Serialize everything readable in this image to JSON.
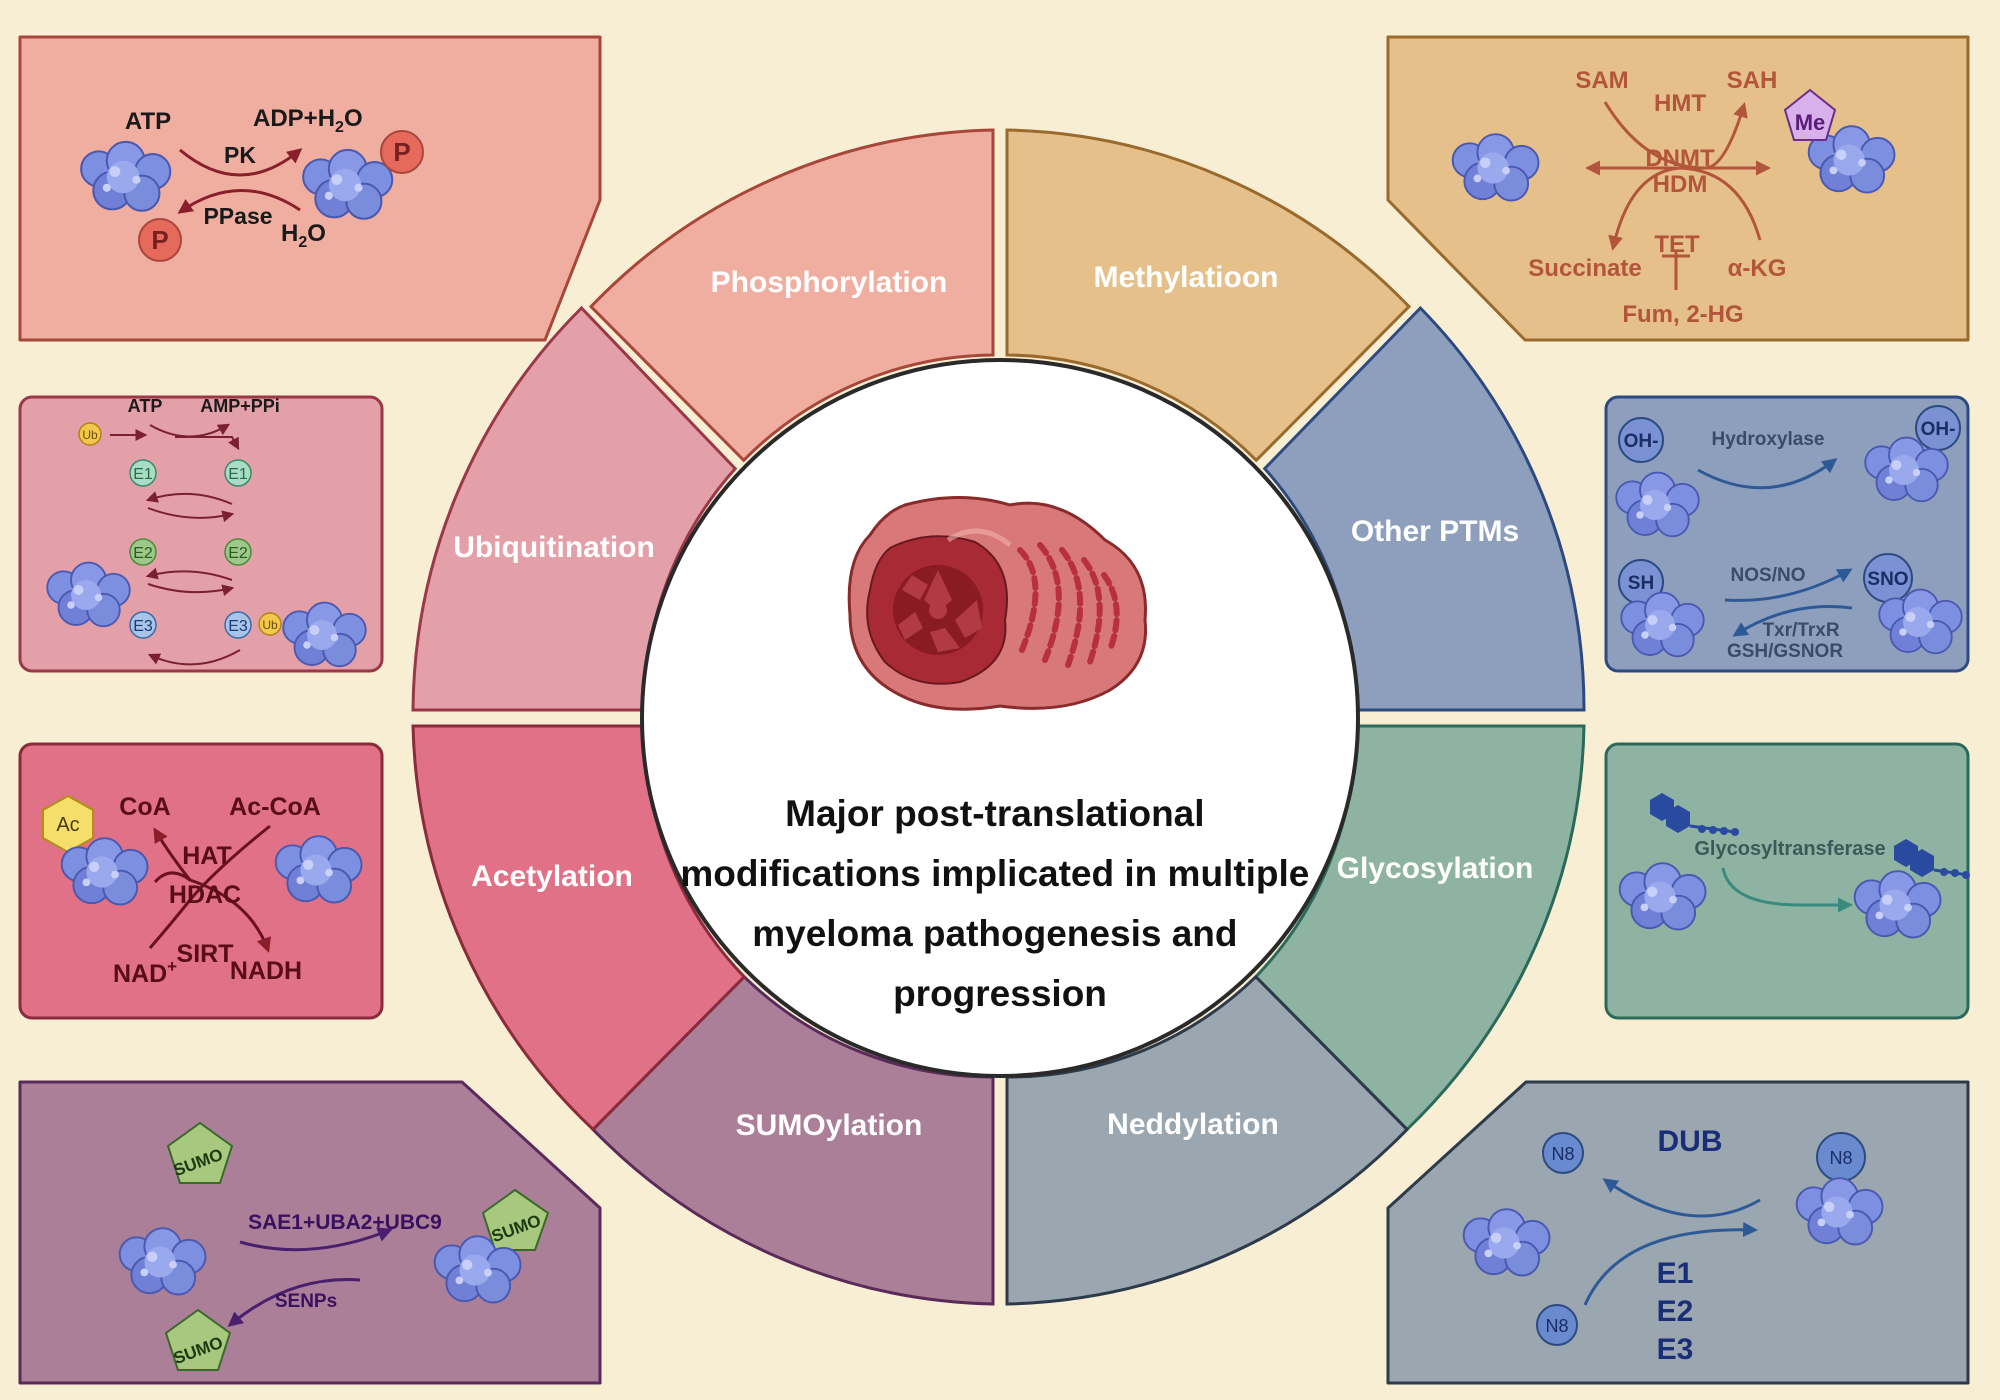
{
  "colors": {
    "background": "#f8eed4",
    "phosphorylation": "#efaea0",
    "methylation": "#e5c08a",
    "other_ptms": "#8e9fbe",
    "glycosylation": "#8eb3a2",
    "neddylation": "#9aa6b0",
    "sumoylation": "#ab7f98",
    "acetylation": "#e07186",
    "ubiquitination": "#e4a0a8",
    "protein": "#7d8fe0"
  },
  "center": {
    "title_lines": [
      "Major post-translational",
      "modifications implicated in multiple",
      "myeloma pathogenesis and",
      "progression"
    ],
    "cell_icon": "myeloma-cell-icon"
  },
  "segments": {
    "phosphorylation": "Phosphorylation",
    "methylation": "Methylatioon",
    "other_ptms": "Other PTMs",
    "glycosylation": "Glycosylation",
    "neddylation": "Neddylation",
    "sumoylation": "SUMOylation",
    "acetylation": "Acetylation",
    "ubiquitination": "Ubiquitination"
  },
  "panels": {
    "phosphorylation": {
      "atp": "ATP",
      "adp": "ADP+H",
      "adp_sub": "2",
      "adp_end": "O",
      "pk": "PK",
      "ppase": "PPase",
      "h2o": "H",
      "h2o_sub": "2",
      "h2o_end": "O",
      "p": "P"
    },
    "methylation": {
      "sam": "SAM",
      "sah": "SAH",
      "hmt": "HMT",
      "dnmt": "DNMT",
      "hdm": "HDM",
      "tet": "TET",
      "succinate": "Succinate",
      "akg": "α-KG",
      "fum": "Fum, 2-HG",
      "me": "Me"
    },
    "ubiquitination": {
      "atp": "ATP",
      "amp": "AMP+PPi",
      "e1": "E1",
      "e2": "E2",
      "e3": "E3",
      "ub": "Ub"
    },
    "other_ptms": {
      "oh": "OH-",
      "hydroxylase": "Hydroxylase",
      "sh": "SH",
      "sno": "SNO",
      "nos": "NOS/NO",
      "txr": "Txr/TrxR",
      "gsh": "GSH/GSNOR"
    },
    "acetylation": {
      "ac": "Ac",
      "coa": "CoA",
      "accoa": "Ac-CoA",
      "hat": "HAT",
      "hdac": "HDAC",
      "nad": "NAD",
      "nad_sup": "+",
      "sirt": "SIRT",
      "nadh": "NADH"
    },
    "glycosylation": {
      "enzyme": "Glycosyltransferase"
    },
    "sumoylation": {
      "sumo": "SUMO",
      "enzymes": "SAE1+UBA2+UBC9",
      "senps": "SENPs"
    },
    "neddylation": {
      "n8": "N8",
      "dub": "DUB",
      "e1": "E1",
      "e2": "E2",
      "e3": "E3"
    }
  }
}
